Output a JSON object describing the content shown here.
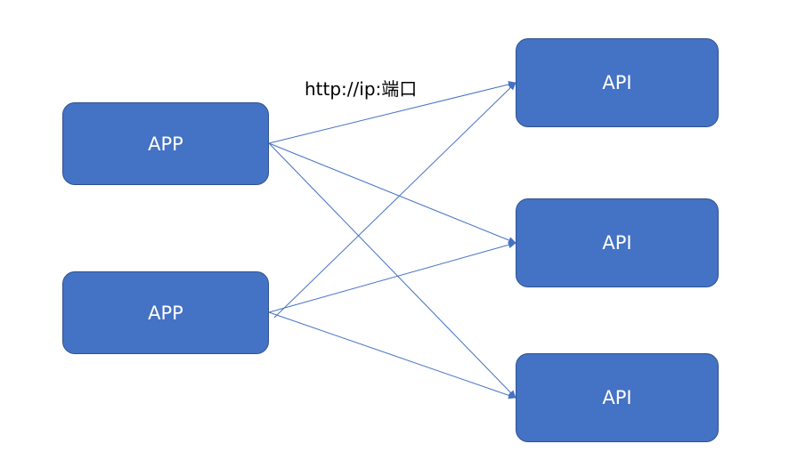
{
  "nodes": {
    "app_1": {
      "label": "APP"
    },
    "app_2": {
      "label": "APP"
    },
    "api_1": {
      "label": "API"
    },
    "api_2": {
      "label": "API"
    },
    "api_3": {
      "label": "API"
    }
  },
  "edge_label": "http://ip:端口",
  "connections": [
    {
      "from": "app_1",
      "to": "api_1"
    },
    {
      "from": "app_1",
      "to": "api_2"
    },
    {
      "from": "app_1",
      "to": "api_3"
    },
    {
      "from": "app_2",
      "to": "api_1"
    },
    {
      "from": "app_2",
      "to": "api_2"
    },
    {
      "from": "app_2",
      "to": "api_3"
    }
  ],
  "colors": {
    "node_fill": "#4472c4",
    "node_border": "#2f528f",
    "edge": "#4472c4",
    "node_text": "#ffffff"
  }
}
